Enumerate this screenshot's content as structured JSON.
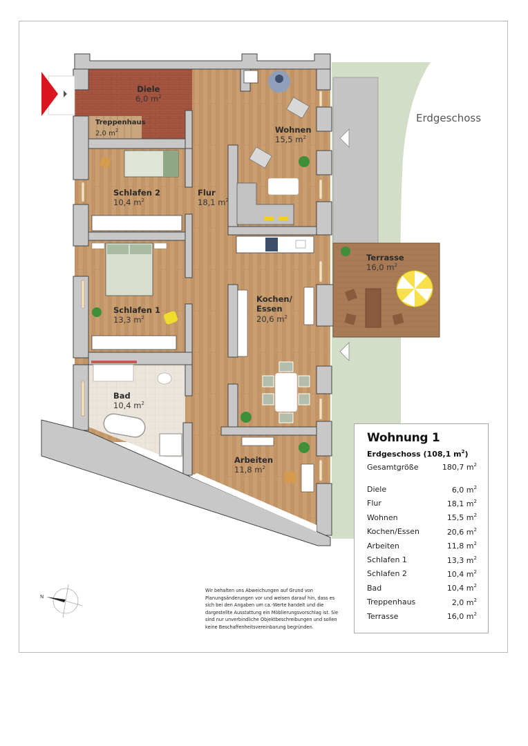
{
  "floor_title": "Erdgeschoss",
  "rooms": {
    "diele": {
      "name": "Diele",
      "area": "6,0 m",
      "sup": "2"
    },
    "treppenhaus": {
      "name": "Treppenhaus",
      "area": "2,0 m",
      "sup": "2"
    },
    "schlafen2": {
      "name": "Schlafen 2",
      "area": "10,4 m",
      "sup": "2"
    },
    "flur": {
      "name": "Flur",
      "area": "18,1 m",
      "sup": "2"
    },
    "wohnen": {
      "name": "Wohnen",
      "area": "15,5 m",
      "sup": "2"
    },
    "terrasse": {
      "name": "Terrasse",
      "area": "16,0 m",
      "sup": "2"
    },
    "schlafen1": {
      "name": "Schlafen 1",
      "area": "13,3 m",
      "sup": "2"
    },
    "kochen": {
      "name": "Kochen/",
      "name2": "Essen",
      "area": "20,6 m",
      "sup": "2"
    },
    "bad": {
      "name": "Bad",
      "area": "10,4 m",
      "sup": "2"
    },
    "arbeiten": {
      "name": "Arbeiten",
      "area": "11,8 m",
      "sup": "2"
    }
  },
  "info": {
    "title": "Wohnung 1",
    "subtitle": "Erdgeschoss (108,1 m",
    "subtitle_sup": "2",
    "subtitle_end": ")",
    "total_label": "Gesamtgröße",
    "total_value": "180,7 m",
    "rows": [
      {
        "label": "Diele",
        "value": "6,0 m"
      },
      {
        "label": "Flur",
        "value": "18,1 m"
      },
      {
        "label": "Wohnen",
        "value": "15,5 m"
      },
      {
        "label": "Kochen/Essen",
        "value": "20,6 m"
      },
      {
        "label": "Arbeiten",
        "value": "11,8 m"
      },
      {
        "label": "Schlafen 1",
        "value": "13,3 m"
      },
      {
        "label": "Schlafen 2",
        "value": "10,4 m"
      },
      {
        "label": "Bad",
        "value": "10,4 m"
      },
      {
        "label": "Treppenhaus",
        "value": "2,0 m"
      },
      {
        "label": "Terrasse",
        "value": "16,0 m"
      }
    ],
    "unit_sup": "2"
  },
  "disclaimer": "Wir behalten uns Abweichungen auf Grund von Planungsänderungen vor und weisen darauf hin, dass es sich bei den Angaben um ca.-Werte handelt und die dargestellte Ausstattung ein Möblierungsvorschlag ist. Sie sind nur unverbindliche Objektbeschreibungen und sollen keine Beschaffenheitsvereinbarung begründen.",
  "compass": {
    "north_label": "N"
  },
  "colors": {
    "wood": "#c49a6c",
    "brick": "#a4553f",
    "wall": "#c8c8c8",
    "garden": "#d3dec8",
    "entrance_arrow": "#d8141e",
    "tile": "#e8e2d8"
  }
}
